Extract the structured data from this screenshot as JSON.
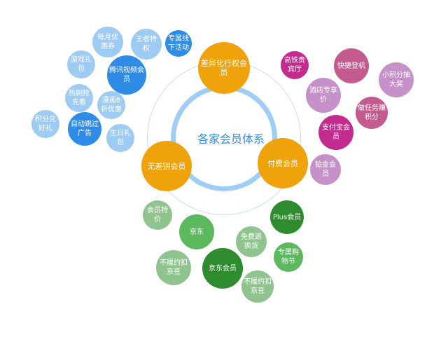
{
  "center_title": "各家会员体系",
  "core": [
    "差异化行权会员",
    "无差别会员",
    "付费会员"
  ],
  "tencent": [
    "每月优惠券",
    "王者特权",
    "专属线下活动",
    "游戏礼包",
    "腾讯视频会员",
    "热剧抢先看",
    "漫画8折优惠",
    "积分兑好礼",
    "自动跳过广告",
    "生日礼包"
  ],
  "alipay": [
    "高铁贵宾厅",
    "快捷登机",
    "小积分抽大奖",
    "酒店专享价",
    "做任务赚积分",
    "支付宝会员",
    "铂金会员"
  ],
  "jd": [
    "会员特价",
    "京东",
    "免费退换货",
    "Plus会员",
    "专属购物节",
    "不履约扣京豆",
    "京东会员",
    "不履约扣京豆"
  ],
  "colors": {
    "orange": "#f0a20a",
    "blue": "#2e8be6",
    "light_blue": "#9ecbf2",
    "magenta": "#c42b8e",
    "rose": "#c35b8f",
    "lilac": "#c690c8",
    "dark_green": "#2e8b2e",
    "green": "#5cb85c",
    "light_green": "#8fc48f"
  }
}
